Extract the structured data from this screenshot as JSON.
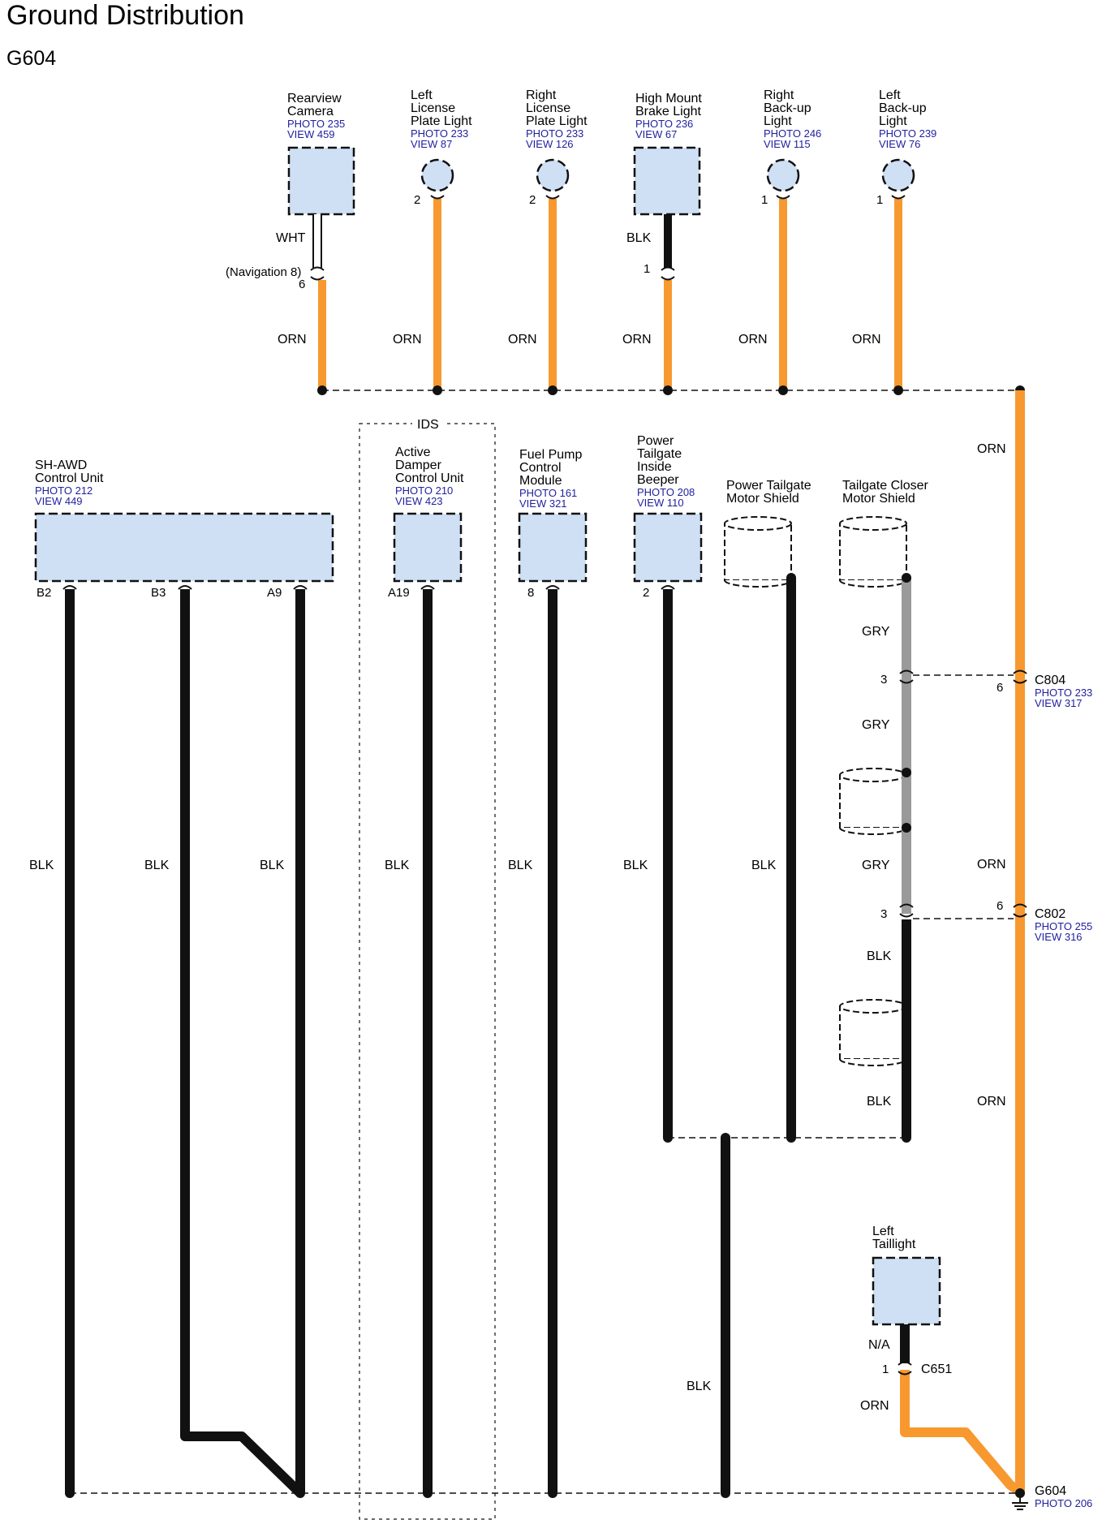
{
  "title": "Ground Distribution",
  "subtitle": "G604",
  "colors": {
    "orn": "#f7992f",
    "blk": "#111111",
    "gry": "#9a9a9a",
    "component": "#cfe0f5",
    "ref": "#1f1f9e"
  },
  "top_components": [
    {
      "name": [
        "Rearview",
        "Camera"
      ],
      "photo": "PHOTO 235",
      "view": "VIEW 459",
      "wire_top": "WHT",
      "pin": "6",
      "conn": "(Navigation 8)",
      "wire_bottom": "ORN"
    },
    {
      "name": [
        "Left",
        "License",
        "Plate Light"
      ],
      "photo": "PHOTO 233",
      "view": "VIEW 87",
      "pin": "2",
      "wire_bottom": "ORN"
    },
    {
      "name": [
        "Right",
        "License",
        "Plate Light"
      ],
      "photo": "PHOTO 233",
      "view": "VIEW 126",
      "pin": "2",
      "wire_bottom": "ORN"
    },
    {
      "name": [
        "High Mount",
        "Brake Light"
      ],
      "photo": "PHOTO 236",
      "view": "VIEW 67",
      "wire_top": "BLK",
      "pin": "1",
      "wire_bottom": "ORN"
    },
    {
      "name": [
        "Right",
        "Back-up",
        "Light"
      ],
      "photo": "PHOTO 246",
      "view": "VIEW 115",
      "pin": "1",
      "wire_bottom": "ORN"
    },
    {
      "name": [
        "Left",
        "Back-up",
        "Light"
      ],
      "photo": "PHOTO 239",
      "view": "VIEW 76",
      "pin": "1",
      "wire_bottom": "ORN"
    }
  ],
  "ids_label": "IDS",
  "lower_components": [
    {
      "name": [
        "SH-AWD",
        "Control Unit"
      ],
      "photo": "PHOTO 212",
      "view": "VIEW 449",
      "pins": [
        "B2",
        "B3",
        "A9"
      ]
    },
    {
      "name": [
        "Active",
        "Damper",
        "Control Unit"
      ],
      "photo": "PHOTO 210",
      "view": "VIEW 423",
      "pins": [
        "A19"
      ]
    },
    {
      "name": [
        "Fuel Pump",
        "Control",
        "Module"
      ],
      "photo": "PHOTO 161",
      "view": "VIEW 321",
      "pins": [
        "8"
      ]
    },
    {
      "name": [
        "Power",
        "Tailgate",
        "Inside",
        "Beeper"
      ],
      "photo": "PHOTO 208",
      "view": "VIEW 110",
      "pins": [
        "2"
      ]
    },
    {
      "name": [
        "Power Tailgate",
        "Motor Shield"
      ]
    },
    {
      "name": [
        "Tailgate Closer",
        "Motor Shield"
      ]
    }
  ],
  "wire_labels": {
    "blk": "BLK",
    "gry": "GRY",
    "orn": "ORN"
  },
  "connectors": [
    {
      "id": "C804",
      "photo": "PHOTO 233",
      "view": "VIEW 317",
      "left_pin": "3",
      "right_pin": "6"
    },
    {
      "id": "C802",
      "photo": "PHOTO 255",
      "view": "VIEW 316",
      "left_pin": "3",
      "right_pin": "6"
    }
  ],
  "taillight": {
    "name": [
      "Left",
      "Taillight"
    ],
    "wire_top": "N/A",
    "pin": "1",
    "conn": "C651",
    "wire_bottom": "ORN"
  },
  "ground": {
    "id": "G604",
    "photo": "PHOTO 206"
  }
}
